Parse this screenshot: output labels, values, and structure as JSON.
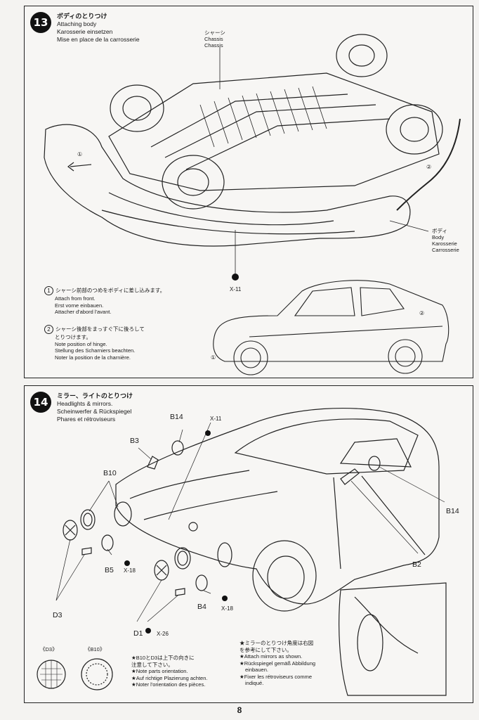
{
  "step13": {
    "number": "13",
    "title_jp": "ボディのとりつけ",
    "title_en": "Attaching body",
    "title_de": "Karosserie einsetzen",
    "title_fr": "Mise en place de la carrosserie",
    "chassis_jp": "シャーシ",
    "chassis_en": "Chassis",
    "chassis_de": "Chassis",
    "body_jp": "ボディ",
    "body_en": "Body",
    "body_de": "Karosserie",
    "body_fr": "Carrosserie",
    "part_x11": "X-11",
    "marker1": "①",
    "marker2": "②",
    "note1": {
      "num": "1",
      "jp": "シャーシ前部のつめをボディに差し込みます。",
      "en": "Attach from front.",
      "de": "Erst vorne einbauen.",
      "fr": "Attacher d'abord l'avant."
    },
    "note2": {
      "num": "2",
      "jp1": "シャーシ後部をまっすぐ下に後ろして",
      "jp2": "とりつけます。",
      "en": "Note position of hinge.",
      "de": "Stellung des Scharniers beachten.",
      "fr": "Noter la position de la charnière."
    }
  },
  "step14": {
    "number": "14",
    "title_jp": "ミラー、ライトのとりつけ",
    "title_en": "Headlights & mirrors.",
    "title_de": "Scheinwerfer & Rückspiegel",
    "title_fr": "Phares et rétroviseurs",
    "parts": {
      "b14_top": "B14",
      "x11": "X-11",
      "b3": "B3",
      "b10": "B10",
      "b5": "B5",
      "x18_a": "X-18",
      "d3": "D3",
      "d1": "D1",
      "x26": "X-26",
      "b4": "B4",
      "x18_b": "X-18",
      "b2": "B2",
      "b14_right": "B14"
    },
    "inset_d3": "《D3》",
    "inset_b10": "《B10》",
    "note_orientation": {
      "jp1": "★B10とD3は上下の向きに",
      "jp2": "注意して下さい。",
      "en": "★Note parts orientation.",
      "de": "★Auf richtige Plazierung achten.",
      "fr": "★Noter l'orientation des pièces."
    },
    "note_mirrors": {
      "jp1": "★ミラーのとりつけ角度は右図",
      "jp2": "を参考にして下さい。",
      "en": "★Attach mirrors as shown.",
      "de1": "★Rückspiegel gemäß Abbildung",
      "de2": "einbauen.",
      "fr1": "★Fixer les rétroviseurs comme",
      "fr2": "indiqué."
    }
  },
  "page_number": "8"
}
